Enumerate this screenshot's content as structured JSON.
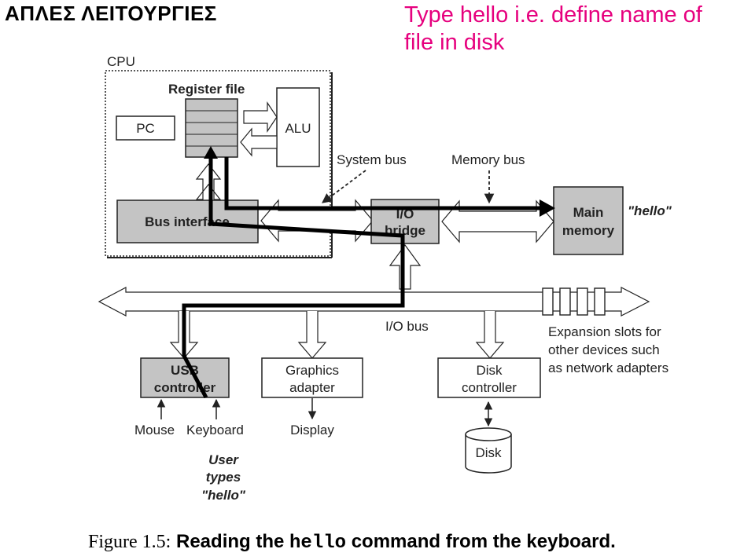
{
  "slide": {
    "title": "ΑΠΛΕΣ ΛΕΙΤΟΥΡΓΙΕΣ",
    "note_line1": "Type hello i.e. define name of",
    "note_line2": "file in disk"
  },
  "diagram": {
    "cpu_label": "CPU",
    "register_file_label": "Register file",
    "pc_label": "PC",
    "alu_label": "ALU",
    "system_bus_label": "System bus",
    "memory_bus_label": "Memory bus",
    "bus_interface_label": "Bus interface",
    "io_bridge_line1": "I/O",
    "io_bridge_line2": "bridge",
    "main_memory_line1": "Main",
    "main_memory_line2": "memory",
    "hello_memory_label": "\"hello\"",
    "io_bus_label": "I/O bus",
    "usb_line1": "USB",
    "usb_line2": "controller",
    "graphics_line1": "Graphics",
    "graphics_line2": "adapter",
    "disk_ctrl_line1": "Disk",
    "disk_ctrl_line2": "controller",
    "expansion_line1": "Expansion slots for",
    "expansion_line2": "other devices such",
    "expansion_line3": "as network adapters",
    "mouse_label": "Mouse",
    "keyboard_label": "Keyboard",
    "display_label": "Display",
    "disk_label": "Disk",
    "user_line1": "User",
    "user_line2": "types",
    "user_line3": "\"hello\""
  },
  "caption": {
    "prefix": "Figure 1.5:",
    "part1": "Reading the",
    "code": "hello",
    "part2": "command from the keyboard."
  },
  "colors": {
    "accent_text": "#e6007e",
    "component_fill": "#c4c4c4",
    "highlight_path": "#000000"
  }
}
